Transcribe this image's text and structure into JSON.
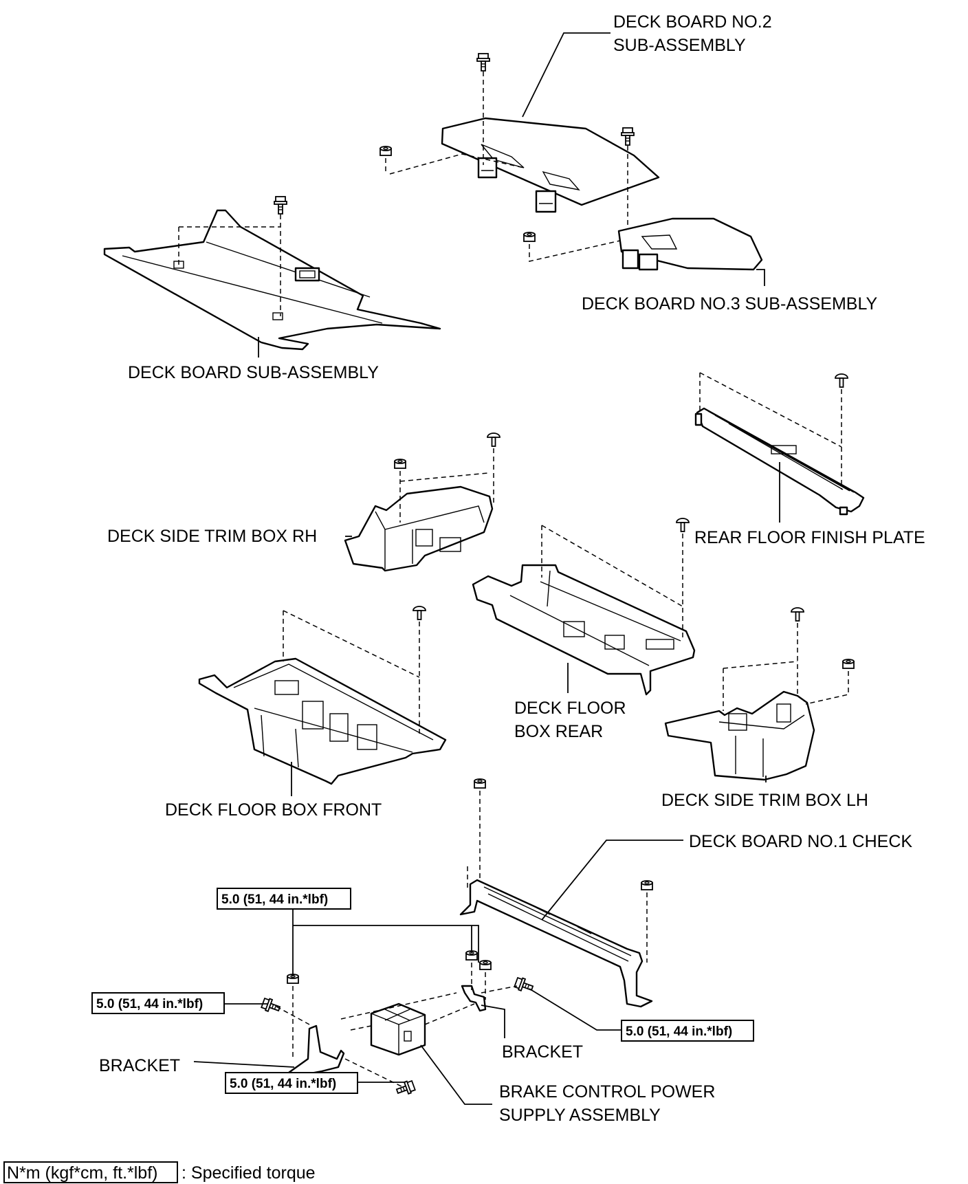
{
  "labels": {
    "deck_board_no2": [
      "DECK BOARD NO.2",
      "SUB-ASSEMBLY"
    ],
    "deck_board_no3": "DECK BOARD NO.3 SUB-ASSEMBLY",
    "deck_board": "DECK BOARD SUB-ASSEMBLY",
    "rear_floor_finish_plate": "REAR FLOOR FINISH PLATE",
    "deck_side_trim_box_rh": "DECK SIDE TRIM BOX RH",
    "deck_floor_box_rear": [
      "DECK FLOOR",
      "BOX REAR"
    ],
    "deck_floor_box_front": "DECK FLOOR BOX FRONT",
    "deck_side_trim_box_lh": "DECK SIDE TRIM BOX LH",
    "deck_board_no1_check": "DECK BOARD NO.1 CHECK",
    "bracket_left": "BRACKET",
    "bracket_right": "BRACKET",
    "brake_control": [
      "BRAKE CONTROL POWER",
      "SUPPLY ASSEMBLY"
    ]
  },
  "torques": {
    "top": "5.0 (51, 44 in.*lbf)",
    "left": "5.0 (51, 44 in.*lbf)",
    "right": "5.0 (51, 44 in.*lbf)",
    "bottom": "5.0 (51, 44 in.*lbf)"
  },
  "legend": {
    "unit": "N*m (kgf*cm, ft.*lbf)",
    "text": ": Specified torque"
  }
}
